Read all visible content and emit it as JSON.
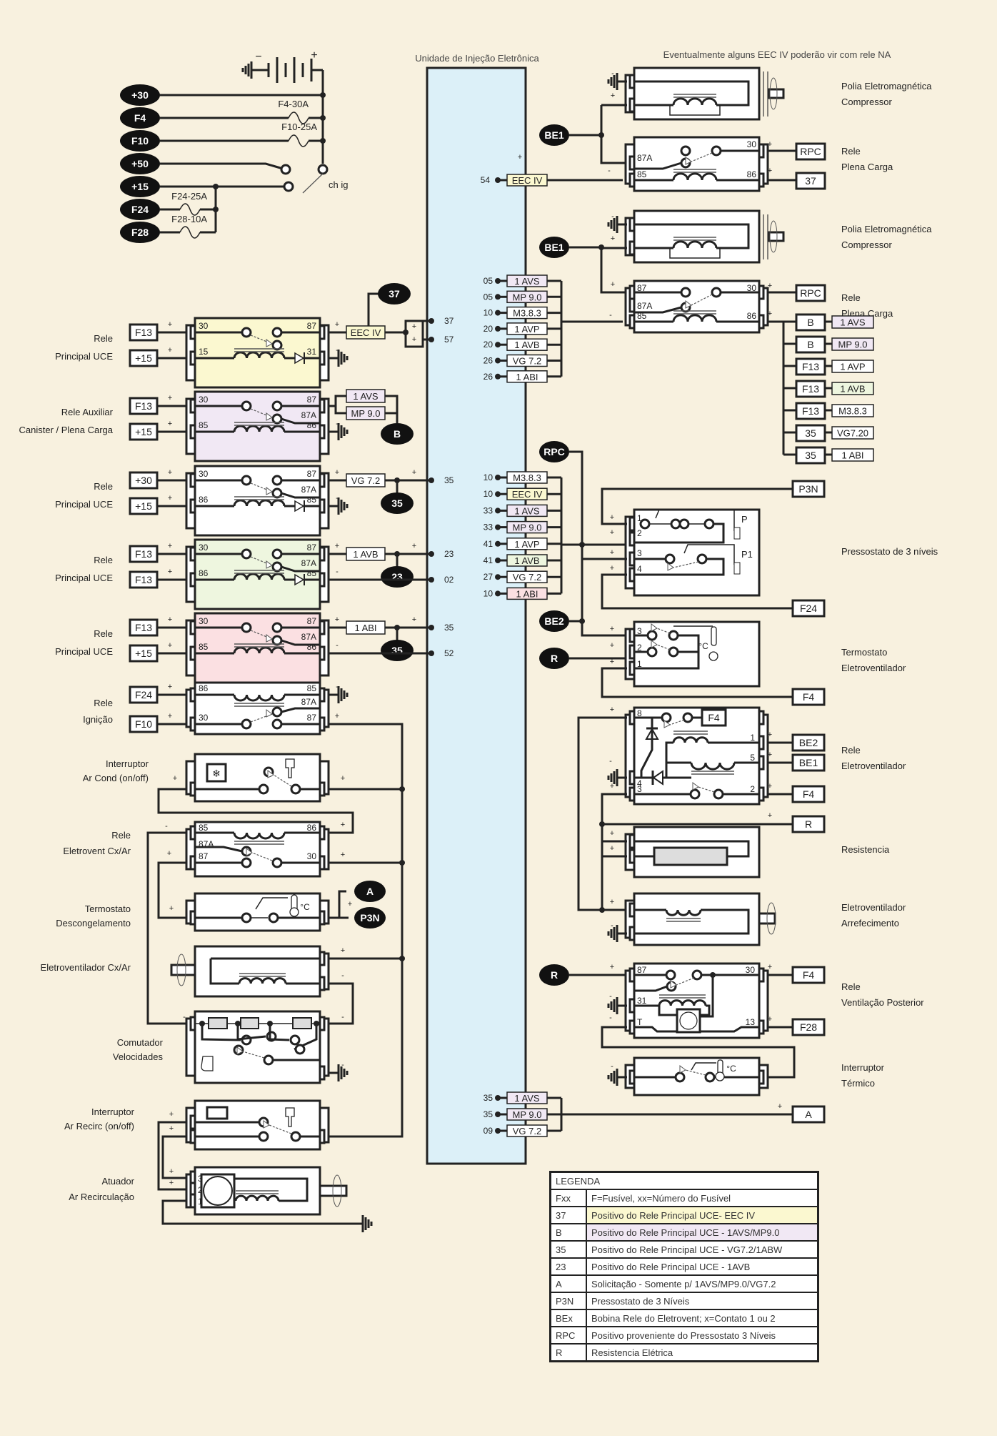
{
  "title_ecu": "Unidade de Injeção Eletrônica",
  "note_top": "Eventualmente alguns EEC IV poderão vir com rele NA",
  "colors": {
    "background": "#f8f1df",
    "ecu_fill": "#dcf0f8",
    "yellow": "#fbf8d0",
    "purple": "#f1e8f4",
    "green": "#eef6df",
    "pink": "#fbe0e2",
    "white": "#ffffff"
  },
  "power_bus": {
    "terminals": [
      "+30",
      "F4",
      "F10",
      "+50",
      "+15",
      "F24",
      "F28"
    ],
    "fuses": [
      "F4-30A",
      "F10-25A",
      "F24-25A",
      "F28-10A"
    ],
    "ignition_switch_label": "ch ig"
  },
  "left_components": [
    {
      "label1": "Rele",
      "label2": "Principal UCE",
      "in": [
        "F13",
        "+15"
      ],
      "pins": [
        "30",
        "87",
        "15",
        "31"
      ],
      "out_tag": "EEC IV",
      "color": "yellow",
      "bubble": "37",
      "ecu_pins": [
        "37",
        "57"
      ]
    },
    {
      "label1": "Rele Auxiliar",
      "label2": "Canister / Plena Carga",
      "in": [
        "F13",
        "+15"
      ],
      "pins": [
        "30",
        "87",
        "87A",
        "85",
        "86"
      ],
      "out_tags": [
        "1 AVS",
        "MP 9.0"
      ],
      "color": "purple",
      "bubble": "B"
    },
    {
      "label1": "Rele",
      "label2": "Principal UCE",
      "in": [
        "+30",
        "+15"
      ],
      "pins": [
        "30",
        "87",
        "87A",
        "86",
        "85"
      ],
      "out_tag": "VG 7.2",
      "color": "white",
      "bubble": "35",
      "ecu_pins": [
        "35"
      ]
    },
    {
      "label1": "Rele",
      "label2": "Principal UCE",
      "in": [
        "F13",
        "F13"
      ],
      "pins": [
        "30",
        "87",
        "87A",
        "86",
        "85"
      ],
      "out_tag": "1 AVB",
      "color": "green",
      "bubble": "23",
      "ecu_pins": [
        "23",
        "02"
      ]
    },
    {
      "label1": "Rele",
      "label2": "Principal UCE",
      "in": [
        "F13",
        "+15"
      ],
      "pins": [
        "30",
        "87",
        "87A",
        "85",
        "86"
      ],
      "out_tag": "1 ABI",
      "color": "pink",
      "bubble": "35",
      "ecu_pins": [
        "35",
        "52"
      ]
    },
    {
      "label1": "Rele",
      "label2": "Ignição",
      "in": [
        "F24",
        "F10"
      ],
      "pins": [
        "86",
        "85",
        "87A",
        "30",
        "87"
      ]
    },
    {
      "label1": "Interruptor",
      "label2": "Ar Cond (on/off)"
    },
    {
      "label1": "Rele",
      "label2": "Eletrovent Cx/Ar",
      "pins": [
        "85",
        "86",
        "87A",
        "87",
        "30"
      ]
    },
    {
      "label1": "Termostato",
      "label2": "Descongelamento",
      "bubbles": [
        "A",
        "P3N"
      ]
    },
    {
      "label1": "Eletroventilador Cx/Ar",
      "label2": ""
    },
    {
      "label1": "Comutador",
      "label2": "Velocidades"
    },
    {
      "label1": "Interruptor",
      "label2": "Ar Recirc (on/off)"
    },
    {
      "label1": "Atuador",
      "label2": "Ar Recirculação",
      "pins": [
        "3",
        "2",
        "1"
      ]
    }
  ],
  "ecu_groups": {
    "g1": [
      {
        "pin": "54",
        "tag": "EEC IV",
        "color": "yellow"
      }
    ],
    "g2": [
      {
        "pin": "05",
        "tag": "1 AVS",
        "color": "purple"
      },
      {
        "pin": "05",
        "tag": "MP 9.0",
        "color": "purple"
      },
      {
        "pin": "10",
        "tag": "M3.8.3",
        "color": "white"
      },
      {
        "pin": "20",
        "tag": "1 AVP",
        "color": "white"
      },
      {
        "pin": "20",
        "tag": "1 AVB",
        "color": "white"
      },
      {
        "pin": "26",
        "tag": "VG 7.2",
        "color": "white"
      },
      {
        "pin": "26",
        "tag": "1 ABI",
        "color": "white"
      }
    ],
    "g3": [
      {
        "pin": "10",
        "tag": "M3.8.3",
        "color": "white"
      },
      {
        "pin": "10",
        "tag": "EEC IV",
        "color": "yellow"
      },
      {
        "pin": "33",
        "tag": "1 AVS",
        "color": "purple"
      },
      {
        "pin": "33",
        "tag": "MP 9.0",
        "color": "purple"
      },
      {
        "pin": "41",
        "tag": "1 AVP",
        "color": "white"
      },
      {
        "pin": "41",
        "tag": "1 AVB",
        "color": "green"
      },
      {
        "pin": "27",
        "tag": "VG 7.2",
        "color": "white"
      },
      {
        "pin": "10",
        "tag": "1 ABI",
        "color": "pink"
      }
    ],
    "g4": [
      {
        "pin": "35",
        "tag": "1 AVS",
        "color": "purple"
      },
      {
        "pin": "35",
        "tag": "MP 9.0",
        "color": "purple"
      },
      {
        "pin": "09",
        "tag": "VG 7.2",
        "color": "white"
      }
    ]
  },
  "right_components": {
    "polia1": {
      "label1": "Polia Eletromagnética",
      "label2": "Compressor",
      "bubble": "BE1"
    },
    "rele_pc1": {
      "label1": "Rele",
      "label2": "Plena Carga",
      "pins": [
        "87A",
        "85",
        "30",
        "86"
      ],
      "out": [
        "RPC",
        "37"
      ]
    },
    "polia2": {
      "label1": "Polia Eletromagnética",
      "label2": "Compressor",
      "bubble": "BE1"
    },
    "rele_pc2": {
      "label1": "Rele",
      "label2": "Plena Carga",
      "pins": [
        "87",
        "87A",
        "85",
        "30",
        "86"
      ],
      "out": [
        "RPC"
      ]
    },
    "pc2_feeds": [
      {
        "src": "B",
        "model": "1 AVS",
        "color": "purple"
      },
      {
        "src": "B",
        "model": "MP 9.0",
        "color": "purple"
      },
      {
        "src": "F13",
        "model": "1 AVP",
        "color": "white"
      },
      {
        "src": "F13",
        "model": "1 AVB",
        "color": "green"
      },
      {
        "src": "F13",
        "model": "M3.8.3",
        "color": "white"
      },
      {
        "src": "35",
        "model": "VG7.20",
        "color": "white"
      },
      {
        "src": "35",
        "model": "1 ABI",
        "color": "white"
      }
    ],
    "pressostato": {
      "label": "Pressostato de 3 níveis",
      "pins": [
        "1",
        "2",
        "3",
        "4"
      ],
      "sensors": [
        "P",
        "P1"
      ],
      "bubble": "RPC",
      "out": [
        "P3N",
        "F24"
      ]
    },
    "termostato": {
      "label1": "Termostato",
      "label2": "Eletroventilador",
      "pins": [
        "3",
        "2",
        "1"
      ],
      "bubbles": [
        "BE2",
        "R"
      ],
      "out": [
        "F4"
      ],
      "unit": "°C"
    },
    "rele_eletrovent": {
      "label1": "Rele",
      "label2": "Eletroventilador",
      "pins": [
        "8",
        "4",
        "3",
        "1",
        "5",
        "2"
      ],
      "inner": "F4",
      "out": [
        "BE2",
        "BE1",
        "F4",
        "R"
      ]
    },
    "resistencia": {
      "label": "Resistencia"
    },
    "eletrovent_arref": {
      "label1": "Eletroventilador",
      "label2": "Arrefecimento"
    },
    "rele_vent_post": {
      "label1": "Rele",
      "label2": "Ventilação Posterior",
      "pins": [
        "87",
        "31",
        "T",
        "30",
        "13"
      ],
      "bubble": "R",
      "out": [
        "F4",
        "F28"
      ]
    },
    "interruptor_termico": {
      "label1": "Interruptor",
      "label2": "Térmico",
      "unit": "°C"
    },
    "a_out": "A"
  },
  "legend": {
    "title": "LEGENDA",
    "rows": [
      {
        "code": "Fxx",
        "desc": "F=Fusível, xx=Número do Fusível",
        "color": "white"
      },
      {
        "code": "37",
        "desc": "Positivo do Rele Principal UCE- EEC IV",
        "color": "yellow"
      },
      {
        "code": "B",
        "desc": "Positivo do Rele Principal UCE - 1AVS/MP9.0",
        "color": "purple"
      },
      {
        "code": "35",
        "desc": "Positivo do Rele Principal UCE - VG7.2/1ABW",
        "color": "white"
      },
      {
        "code": "23",
        "desc": "Positivo do Rele Principal UCE - 1AVB",
        "color": "white"
      },
      {
        "code": "A",
        "desc": "Solicitação - Somente p/ 1AVS/MP9.0/VG7.2",
        "color": "white"
      },
      {
        "code": "P3N",
        "desc": "Pressostato de 3 Níveis",
        "color": "white"
      },
      {
        "code": "BEx",
        "desc": "Bobina Rele do Eletrovent; x=Contato 1 ou 2",
        "color": "white"
      },
      {
        "code": "RPC",
        "desc": "Positivo proveniente do Pressostato 3 Níveis",
        "color": "white"
      },
      {
        "code": "R",
        "desc": "Resistencia Elétrica",
        "color": "white"
      }
    ]
  }
}
